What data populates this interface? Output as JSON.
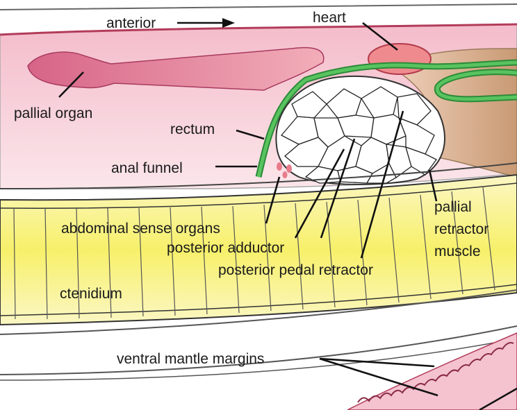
{
  "diagram": {
    "labels": {
      "anterior": "anterior",
      "heart": "heart",
      "pallial_organ": "pallial organ",
      "rectum": "rectum",
      "anal_funnel": "anal funnel",
      "abdominal_sense_organs": "abdominal sense organs",
      "posterior_adductor": "posterior adductor",
      "posterior_pedal_retractor": "posterior pedal retractor",
      "pallial_retractor_line1": "pallial",
      "pallial_retractor_line2": "retractor",
      "pallial_retractor_line3": "muscle",
      "ctenidium": "ctenidium",
      "ventral_mantle_margins": "ventral mantle margins"
    },
    "colors": {
      "mantle_pink": "#f2c6cf",
      "mantle_pink_dark": "#c85a78",
      "organ_red": "#e07a86",
      "intestine_green": "#3aa548",
      "gill_yellow": "#f6f08a",
      "gill_yellow_dark": "#e2d640",
      "muscle_tan": "#d9aa82"
    }
  }
}
